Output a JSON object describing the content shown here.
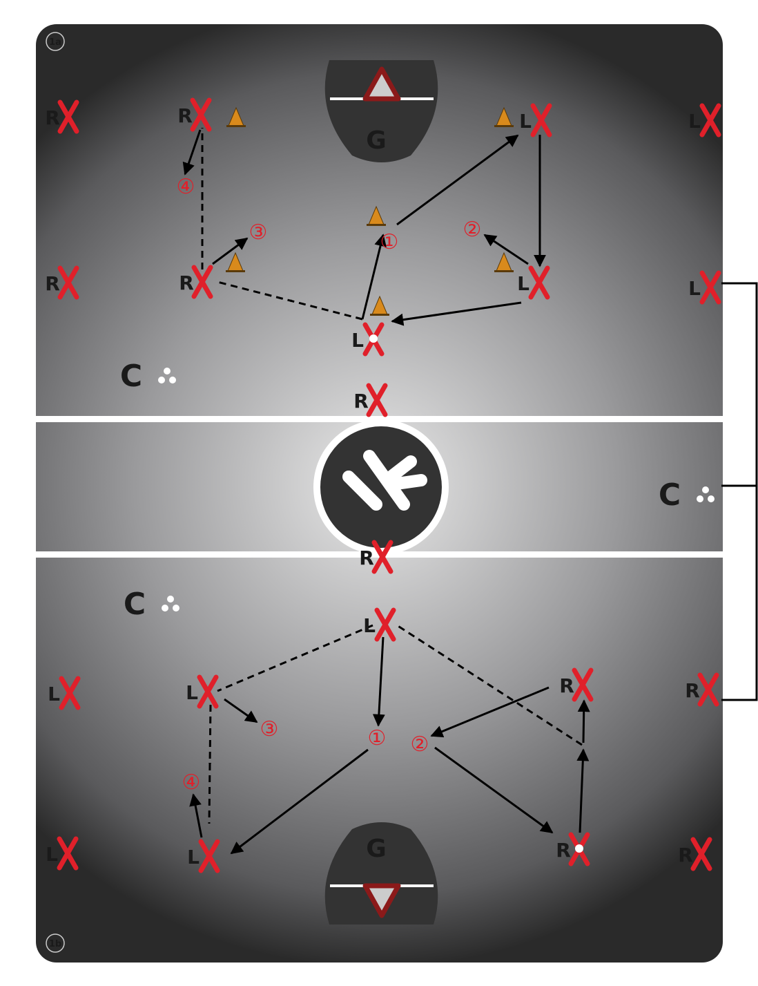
{
  "corner_labels": {
    "top": "1a",
    "bottom": "1b"
  },
  "goal_label": "G",
  "coach_label": "C",
  "players": [
    {
      "side": "R"
    },
    {
      "side": "R"
    },
    {
      "side": "L"
    },
    {
      "side": "L"
    },
    {
      "side": "R"
    },
    {
      "side": "R"
    },
    {
      "side": "L"
    },
    {
      "side": "L"
    },
    {
      "side": "L"
    },
    {
      "side": "R"
    },
    {
      "side": "R"
    },
    {
      "side": "L"
    },
    {
      "side": "L"
    },
    {
      "side": "R"
    },
    {
      "side": "L"
    },
    {
      "side": "R"
    },
    {
      "side": "L"
    },
    {
      "side": "L"
    },
    {
      "side": "R"
    },
    {
      "side": "R"
    }
  ],
  "steps": [
    "④",
    "③",
    "①",
    "②",
    "③",
    "①",
    "②",
    "④"
  ],
  "colors": {
    "marker": "#e0202a",
    "cone": "#d98a1c",
    "goal_crease": "#333333"
  }
}
